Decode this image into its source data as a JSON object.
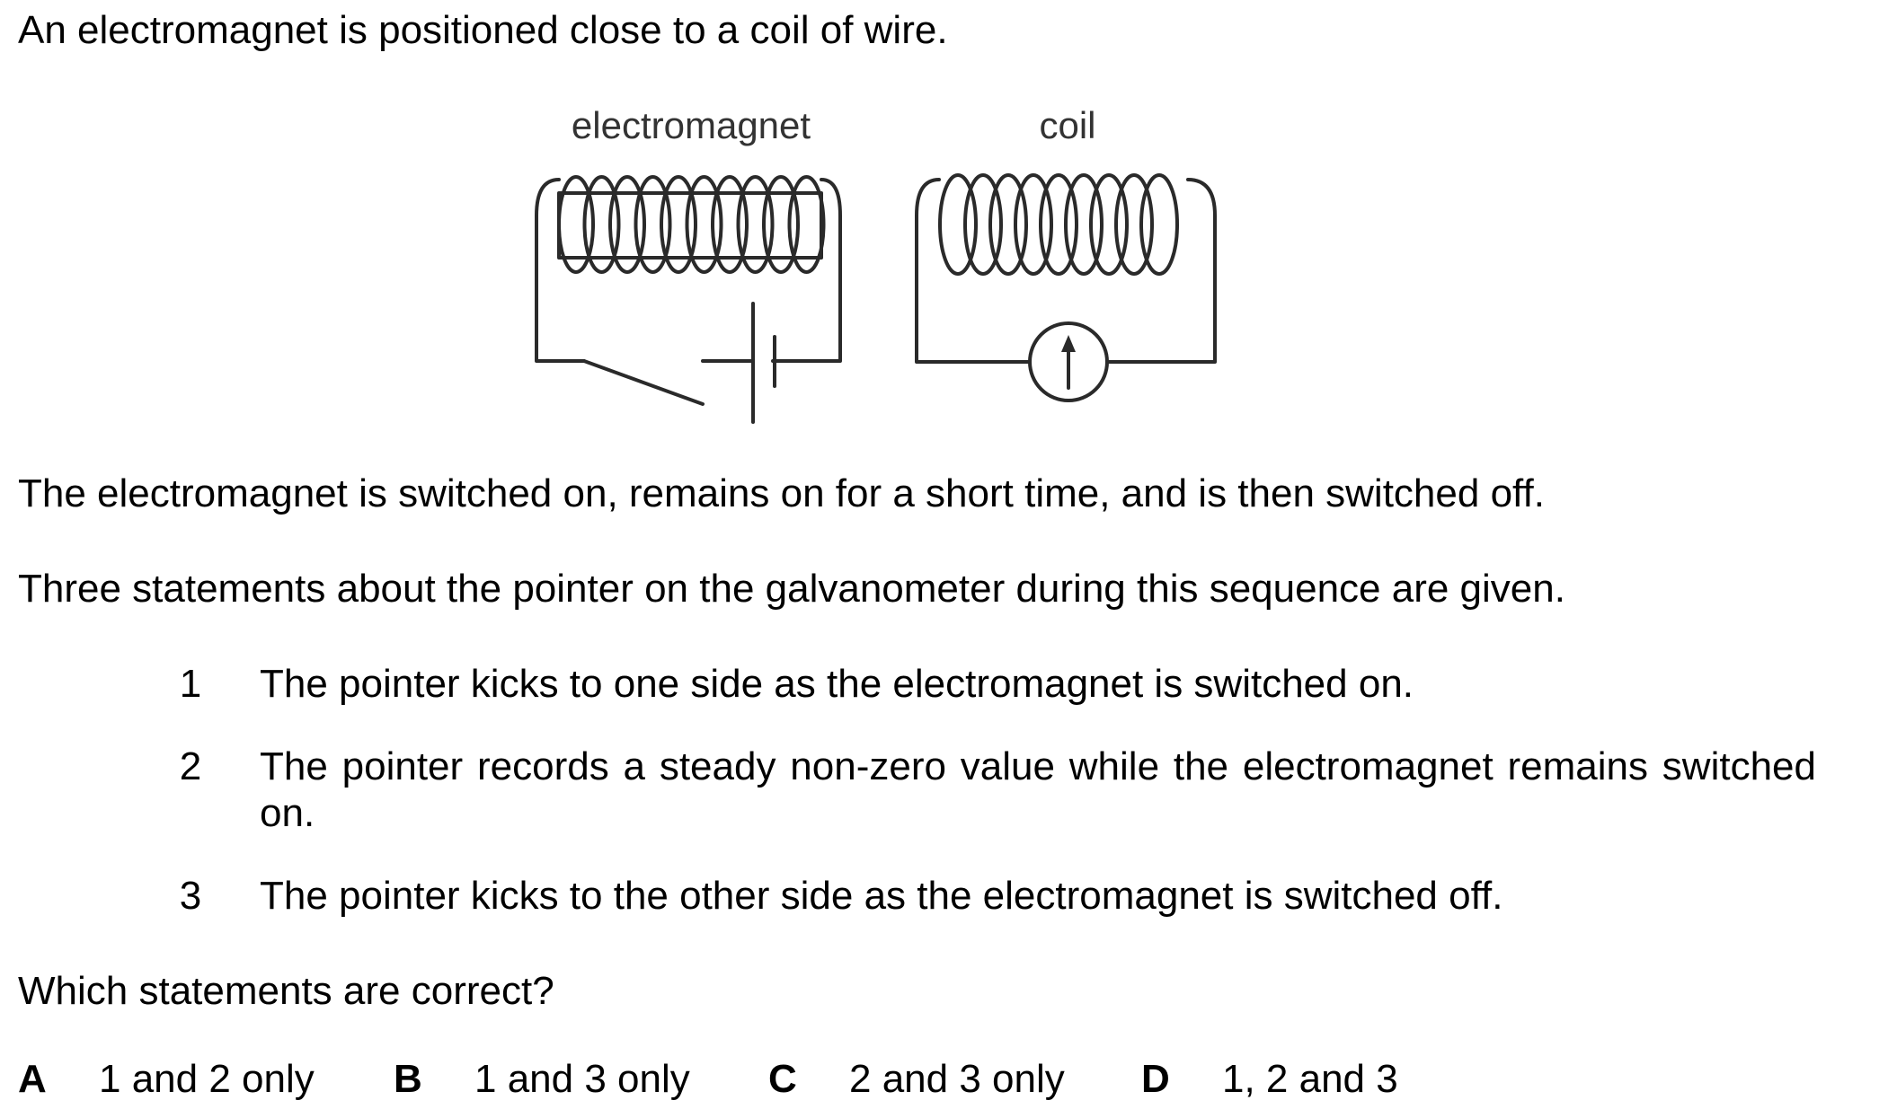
{
  "question": {
    "intro": "An electromagnet is positioned close to a coil of wire.",
    "diagram": {
      "electromagnet_label": "electromagnet",
      "coil_label": "coil"
    },
    "sequence": "The electromagnet is switched on, remains on for a short time, and is then switched off.",
    "statements_intro": "Three statements about the pointer on the galvanometer during this sequence are given.",
    "statements": [
      {
        "number": "1",
        "text": "The pointer kicks to one side as the electromagnet is switched on."
      },
      {
        "number": "2",
        "text": "The pointer records a steady non-zero value while the electromagnet remains switched on."
      },
      {
        "number": "3",
        "text": "The pointer kicks to the other side as the electromagnet is switched off."
      }
    ],
    "prompt": "Which statements are correct?",
    "options": [
      {
        "letter": "A",
        "text": "1 and 2 only"
      },
      {
        "letter": "B",
        "text": "1 and 3 only"
      },
      {
        "letter": "C",
        "text": "2 and 3 only"
      },
      {
        "letter": "D",
        "text": "1, 2 and 3"
      }
    ]
  }
}
